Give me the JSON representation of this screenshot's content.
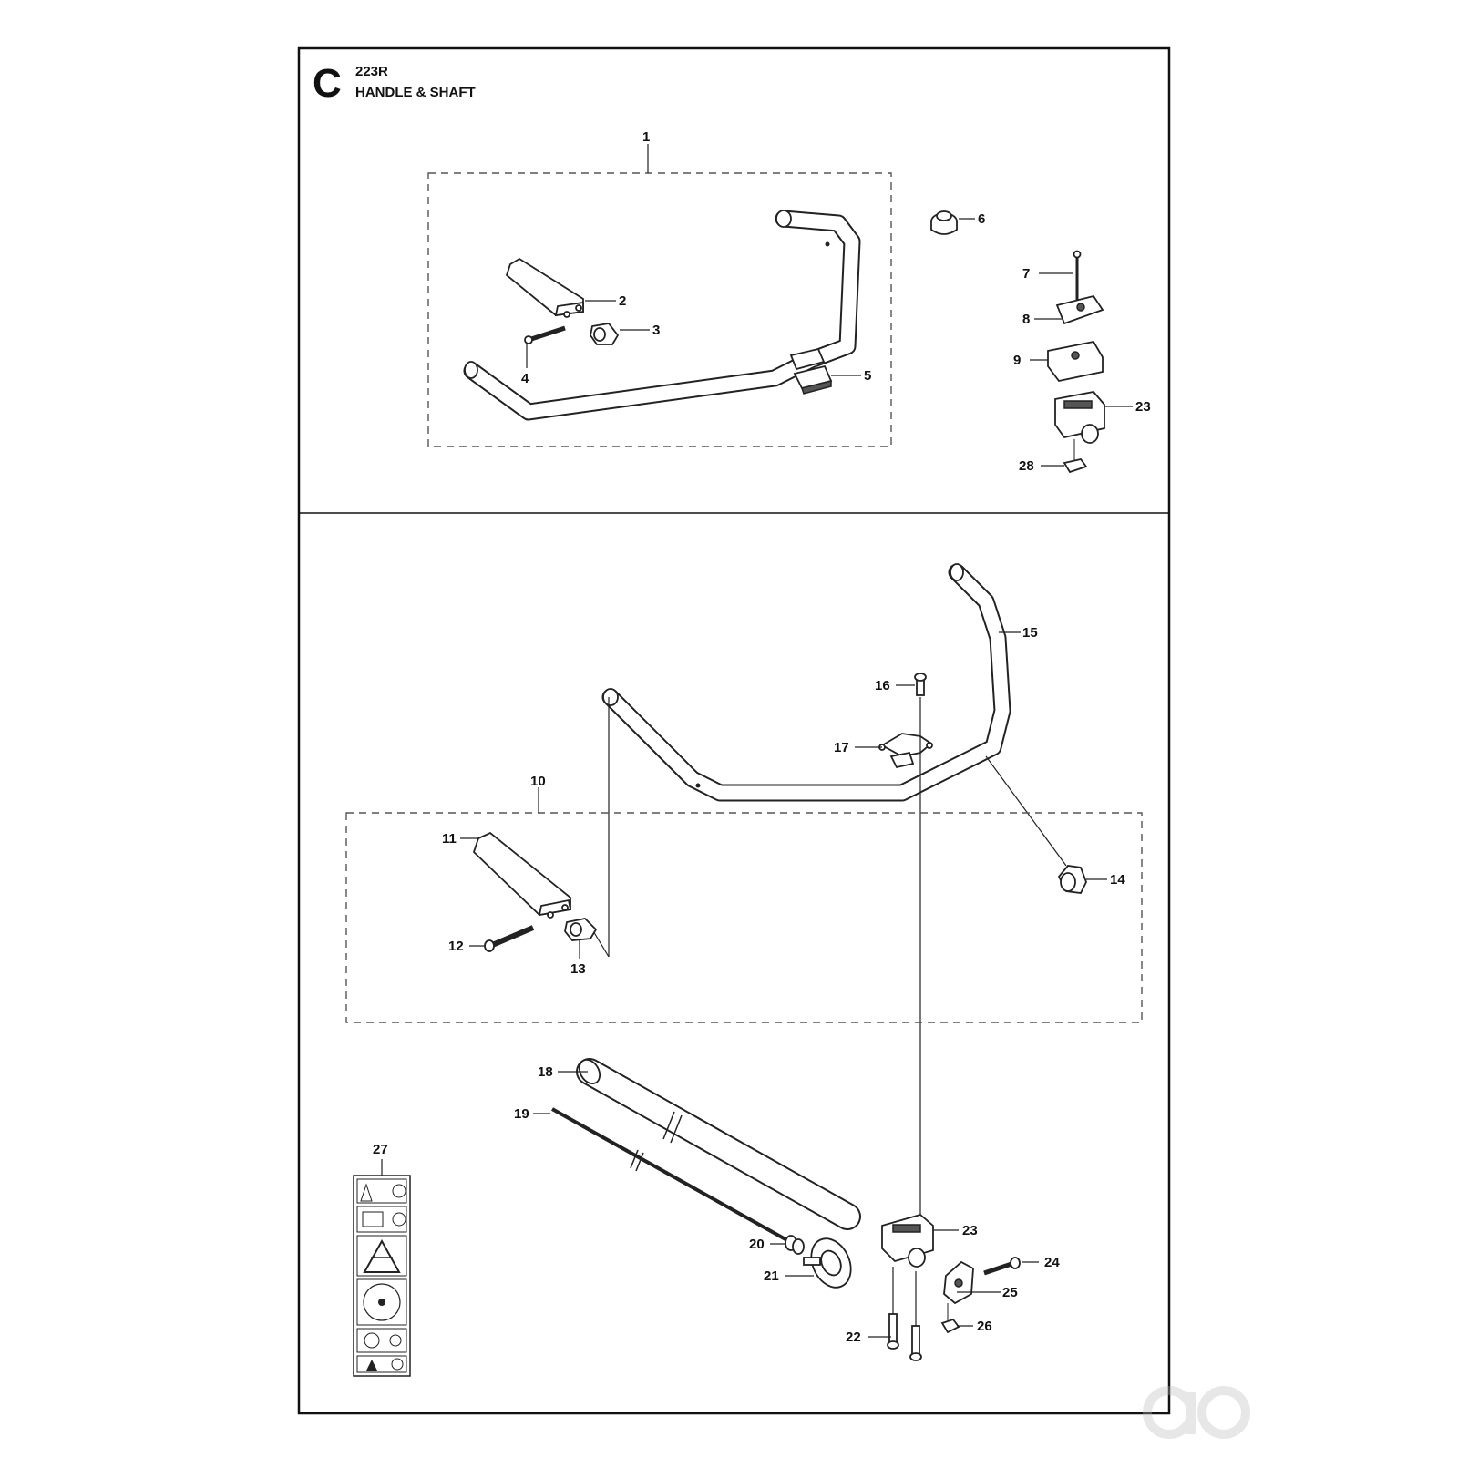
{
  "header": {
    "section_letter": "C",
    "model": "223R",
    "title": "HANDLE & SHAFT"
  },
  "parts": [
    {
      "number": "1"
    },
    {
      "number": "2"
    },
    {
      "number": "3"
    },
    {
      "number": "4"
    },
    {
      "number": "5"
    },
    {
      "number": "6"
    },
    {
      "number": "7"
    },
    {
      "number": "8"
    },
    {
      "number": "9"
    },
    {
      "number": "23"
    },
    {
      "number": "28"
    },
    {
      "number": "15"
    },
    {
      "number": "16"
    },
    {
      "number": "17"
    },
    {
      "number": "10"
    },
    {
      "number": "11"
    },
    {
      "number": "12"
    },
    {
      "number": "13"
    },
    {
      "number": "14"
    },
    {
      "number": "18"
    },
    {
      "number": "19"
    },
    {
      "number": "27"
    },
    {
      "number": "20"
    },
    {
      "number": "21"
    },
    {
      "number": "23"
    },
    {
      "number": "24"
    },
    {
      "number": "25"
    },
    {
      "number": "22"
    },
    {
      "number": "26"
    }
  ]
}
